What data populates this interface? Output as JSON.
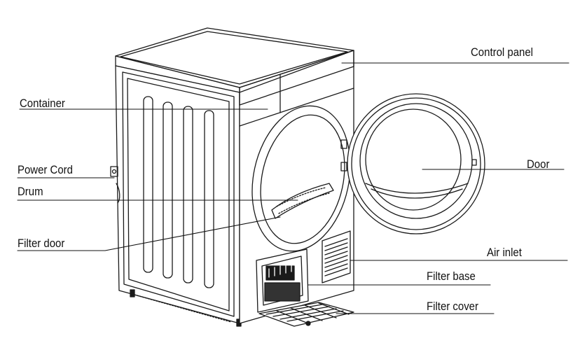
{
  "figure": {
    "subject": "tumble dryer parts diagram",
    "line_color": "#111111",
    "background": "#ffffff"
  },
  "labels": {
    "control_panel": "Control panel",
    "container": "Container",
    "power_cord": "Power Cord",
    "drum": "Drum",
    "filter_door": "Filter door",
    "door": "Door",
    "air_inlet": "Air inlet",
    "filter_base": "Filter base",
    "filter_cover": "Filter cover"
  }
}
